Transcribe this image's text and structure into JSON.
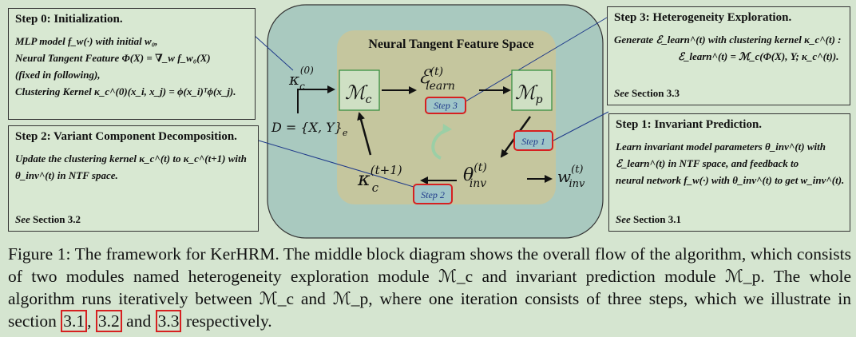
{
  "diagram": {
    "space_label": "Neural Tangent Feature Space",
    "kernel_init": "κ",
    "kernel_init_sub": "c",
    "kernel_init_sup": "(0)",
    "data_label": "D = {X, Y}",
    "data_sub": "e",
    "mc": "ℳ",
    "mc_sub": "c",
    "mp": "ℳ",
    "mp_sub": "p",
    "elearn": "ℰ",
    "elearn_sup": "(t)",
    "elearn_sub": "learn",
    "theta": "θ",
    "theta_sup": "(t)",
    "theta_sub": "inv",
    "w": "w",
    "w_sup": "(t)",
    "w_sub": "inv",
    "kernel_next": "κ",
    "kernel_next_sup": "(t+1)",
    "kernel_next_sub": "c",
    "tag_step3": "Step 3",
    "tag_step1": "Step 1",
    "tag_step2": "Step 2"
  },
  "steps": {
    "step0": {
      "title": "Step 0: Initialization.",
      "lines": [
        "MLP model f_w(·) with initial w₀,",
        "Neural Tangent Feature Φ(X) = ∇_w f_w₀(X)",
        "(fixed in following),",
        "Clustering Kernel κ_c^(0)(x_i, x_j) = ϕ(x_i)ᵀϕ(x_j)."
      ]
    },
    "step2": {
      "title": "Step 2: Variant Component Decomposition.",
      "lines": [
        "Update the clustering kernel κ_c^(t) to κ_c^(t+1) with",
        "θ_inv^(t) in NTF space."
      ],
      "see": "Section 3.2"
    },
    "step3": {
      "title": "Step 3: Heterogeneity Exploration.",
      "lines": [
        "Generate ℰ_learn^(t) with clustering kernel κ_c^(t) :",
        "ℰ_learn^(t) = ℳ_c(Φ(X), Y; κ_c^(t))."
      ],
      "see": "Section 3.3"
    },
    "step1": {
      "title": "Step 1: Invariant Prediction.",
      "lines": [
        "Learn invariant model parameters θ_inv^(t) with",
        "ℰ_learn^(t) in NTF space, and feedback to",
        "neural network f_w(·) with θ_inv^(t) to get w_inv^(t)."
      ],
      "see": "Section 3.1"
    },
    "see_word": "See"
  },
  "caption": {
    "text_before": "Figure 1: The framework for KerHRM. The middle block diagram shows the overall flow of the algorithm, which consists of two modules named heterogeneity exploration module ℳ_c and invariant prediction module ℳ_p. The whole algorithm runs iteratively between ℳ_c and ℳ_p, where one iteration consists of three steps, which we illustrate in section ",
    "ref1": "3.1",
    "sep1": ", ",
    "ref2": "3.2",
    "sep2": " and ",
    "ref3": "3.3",
    "text_after": " respectively."
  },
  "colors": {
    "outer_panel": "#a9c9bf",
    "inner_panel": "#c5c69e",
    "module_box": "#cfe0c4",
    "module_border": "#2e8b3a",
    "tag_border": "#d62020",
    "tag_fill": "#9fc5c8",
    "connector": "#1f3a8a",
    "curl": "#9bcfa6"
  }
}
